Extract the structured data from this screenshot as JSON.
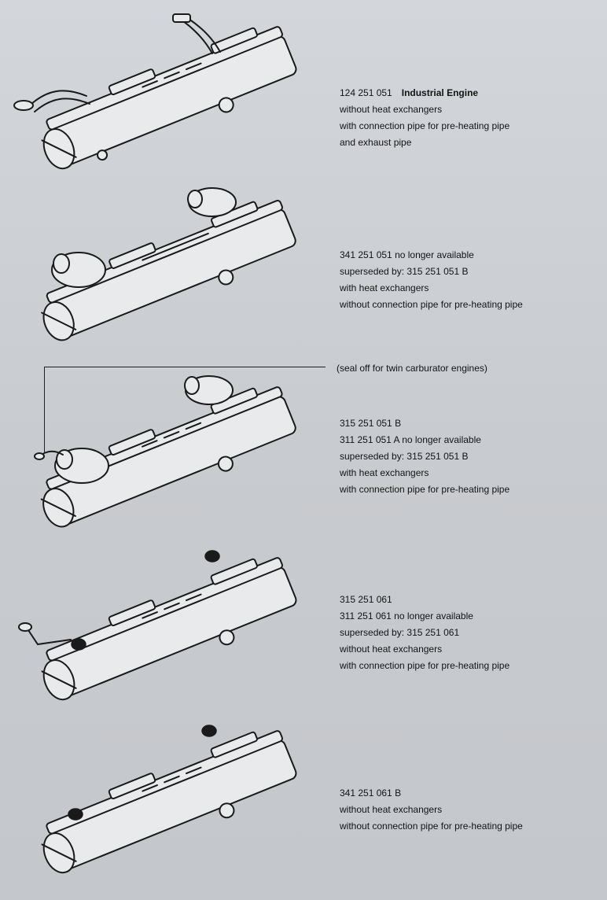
{
  "entries": [
    {
      "part_number": "124 251 051",
      "title": "Industrial Engine",
      "lines": [
        "without heat exchangers",
        "with connection pipe for pre-heating pipe",
        "and exhaust pipe"
      ]
    },
    {
      "part_number": "",
      "lines": [
        "341 251 051 no longer available",
        "superseded by: 315 251 051 B",
        "with heat exchangers",
        "without connection pipe for pre-heating pipe"
      ]
    },
    {
      "part_number": "",
      "lines": [
        "315 251 051 B",
        "311 251 051 A no longer available",
        "superseded by: 315 251 051 B",
        "with heat exchangers",
        "with connection pipe for pre-heating pipe"
      ]
    },
    {
      "part_number": "",
      "lines": [
        "315 251 061",
        "311 251 061 no longer available",
        "superseded by: 315 251 061",
        "without heat exchangers",
        "with connection pipe for pre-heating pipe"
      ]
    },
    {
      "part_number": "",
      "lines": [
        "341 251 061 B",
        "without heat exchangers",
        "without connection pipe for pre-heating pipe"
      ]
    }
  ],
  "seal_note": "(seal off for twin carburator engines)",
  "colors": {
    "paper": "#c9ccd0",
    "ink": "#141414"
  }
}
